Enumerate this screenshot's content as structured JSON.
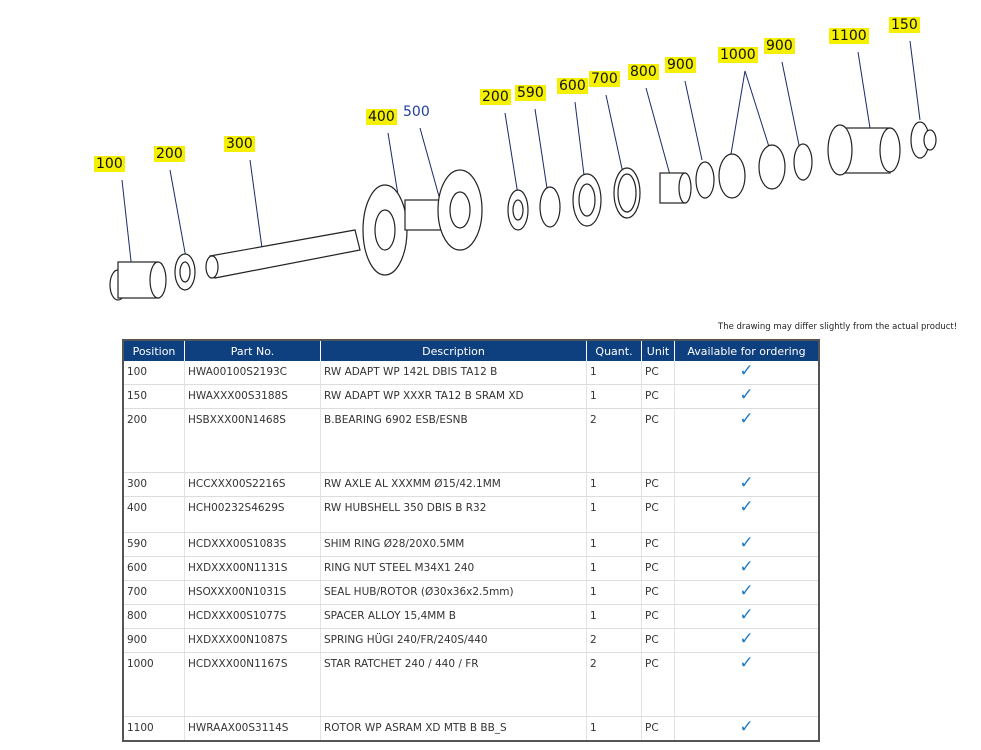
{
  "diagram": {
    "labels": [
      "100",
      "200",
      "300",
      "400",
      "500",
      "200",
      "590",
      "600",
      "700",
      "800",
      "900",
      "1000",
      "900",
      "1100",
      "150"
    ],
    "note": "The drawing may differ slightly from the actual product!"
  },
  "table": {
    "headers": [
      "Position",
      "Part No.",
      "Description",
      "Quant.",
      "Unit",
      "Available for ordering"
    ],
    "rows": [
      {
        "position": "100",
        "part": "HWA00100S2193C",
        "description": "RW ADAPT WP 142L DBIS TA12 B",
        "quant": "1",
        "unit": "PC",
        "available": "✓"
      },
      {
        "position": "150",
        "part": "HWAXXX00S3188S",
        "description": "RW ADAPT WP XXXR TA12 B SRAM XD",
        "quant": "1",
        "unit": "PC",
        "available": "✓"
      },
      {
        "position": "200",
        "part": "HSBXXX00N1468S",
        "description": "B.BEARING 6902 ESB/ESNB",
        "quant": "2",
        "unit": "PC",
        "available": "✓"
      },
      {
        "position": "300",
        "part": "HCCXXX00S2216S",
        "description": "RW AXLE AL XXXMM Ø15/42.1MM",
        "quant": "1",
        "unit": "PC",
        "available": "✓"
      },
      {
        "position": "400",
        "part": "HCH00232S4629S",
        "description": "RW HUBSHELL 350 DBIS B R32",
        "quant": "1",
        "unit": "PC",
        "available": "✓"
      },
      {
        "position": "590",
        "part": "HCDXXX00S1083S",
        "description": "SHIM RING Ø28/20X0.5MM",
        "quant": "1",
        "unit": "PC",
        "available": "✓"
      },
      {
        "position": "600",
        "part": "HXDXXX00N1131S",
        "description": "RING NUT STEEL M34X1 240",
        "quant": "1",
        "unit": "PC",
        "available": "✓"
      },
      {
        "position": "700",
        "part": "HSOXXX00N1031S",
        "description": "SEAL HUB/ROTOR (Ø30x36x2.5mm)",
        "quant": "1",
        "unit": "PC",
        "available": "✓"
      },
      {
        "position": "800",
        "part": "HCDXXX00S1077S",
        "description": "SPACER ALLOY 15,4MM B",
        "quant": "1",
        "unit": "PC",
        "available": "✓"
      },
      {
        "position": "900",
        "part": "HXDXXX00N1087S",
        "description": "SPRING HÜGI 240/FR/240S/440",
        "quant": "2",
        "unit": "PC",
        "available": "✓"
      },
      {
        "position": "1000",
        "part": "HCDXXX00N1167S",
        "description": "STAR RATCHET 240 / 440 / FR",
        "quant": "2",
        "unit": "PC",
        "available": "✓"
      },
      {
        "position": "1100",
        "part": "HWRAAX00S3114S",
        "description": "ROTOR WP ASRAM XD MTB B BB_S",
        "quant": "1",
        "unit": "PC",
        "available": "✓"
      }
    ]
  }
}
